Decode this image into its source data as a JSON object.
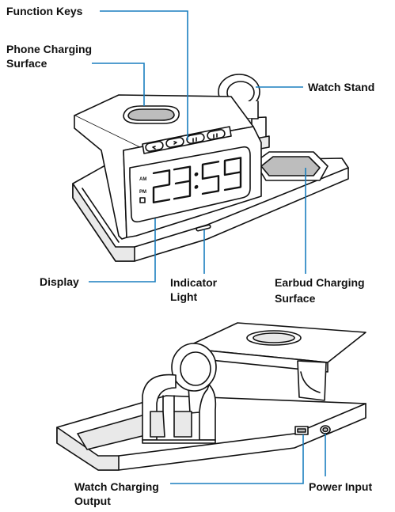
{
  "labels": {
    "function_keys": "Function Keys",
    "phone_charging_surface_1": "Phone Charging",
    "phone_charging_surface_2": "Surface",
    "watch_stand": "Watch Stand",
    "display": "Display",
    "indicator_light_1": "Indicator",
    "indicator_light_2": "Light",
    "earbud_charging_1": "Earbud Charging",
    "earbud_charging_2": "Surface",
    "watch_charging_output_1": "Watch Charging",
    "watch_charging_output_2": "Output",
    "power_input": "Power Input"
  },
  "clock_display": {
    "time": "23:59",
    "am": "AM",
    "pm": "PM"
  },
  "colors": {
    "leader_line": "#1a7fbf",
    "outline": "#111111"
  }
}
